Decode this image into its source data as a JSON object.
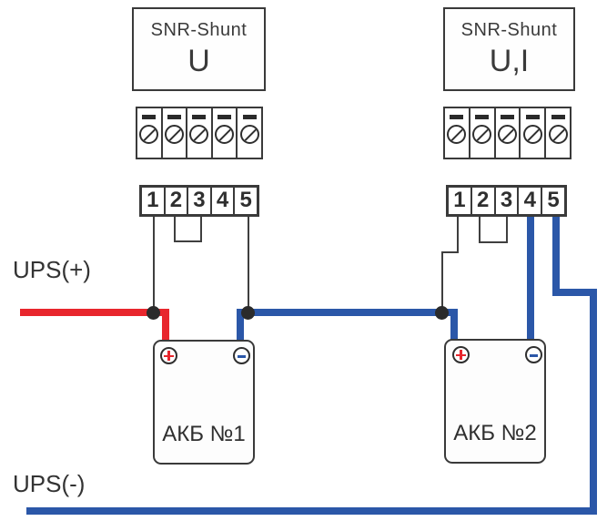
{
  "colors": {
    "positive_wire": "#e8262d",
    "negative_wire": "#2b57a8",
    "outline": "#3a3a3a"
  },
  "ups": {
    "positive_label": "UPS(+)",
    "negative_label": "UPS(-)"
  },
  "shunt_left": {
    "title": "SNR-Shunt",
    "mode": "U",
    "terminals": [
      "1",
      "2",
      "3",
      "4",
      "5"
    ]
  },
  "shunt_right": {
    "title": "SNR-Shunt",
    "mode": "U,I",
    "terminals": [
      "1",
      "2",
      "3",
      "4",
      "5"
    ]
  },
  "battery_left": {
    "label": "АКБ №1"
  },
  "battery_right": {
    "label": "АКБ №2"
  }
}
